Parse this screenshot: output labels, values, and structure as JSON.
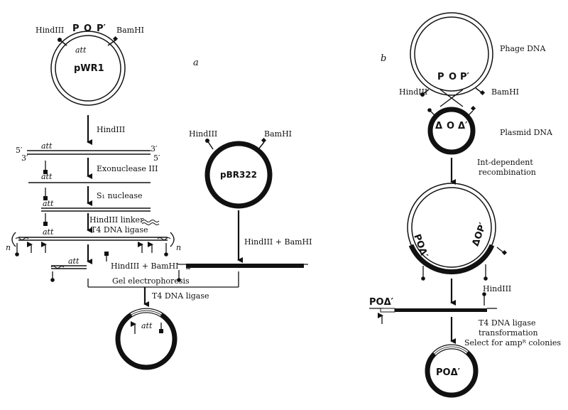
{
  "panel_a": {
    "letter": "a",
    "pwr1": {
      "name": "pWR1",
      "hind": "HindIII",
      "bam": "BamHI",
      "P": "P",
      "O": "O",
      "Pp": "P′",
      "att": "att"
    },
    "strand5_left": "5′",
    "strand3_left": "3′",
    "strand3_right": "3′",
    "strand5_right": "5′",
    "att": "att",
    "step_hind": "HindIII",
    "step_exo": "Exonuclease III",
    "step_s1": "S₁ nuclease",
    "step_linker": "HindIII linker",
    "step_ligase": "T4 DNA ligase",
    "n_left": "n",
    "n_right": "n",
    "step_hindbam": "HindIII + BamHI",
    "step_gel": "Gel electrophoresis",
    "step_ligase2": "T4 DNA ligase",
    "pbr": {
      "name": "pBR322",
      "hind": "HindIII",
      "bam": "BamHI",
      "step": "HindIII + BamHI"
    }
  },
  "panel_b": {
    "letter": "b",
    "phage_label": "Phage DNA",
    "P": "P",
    "O": "O",
    "Pp": "P′",
    "hind": "HindIII",
    "bam": "BamHI",
    "plasmid_label": "Plasmid DNA",
    "tri_left": "Δ",
    "O2": "O",
    "tri_right": "Δ′",
    "recomb1": "Int-dependent",
    "recomb2": "recombination",
    "int_left": "POΔ′",
    "int_right": "ΔOP′",
    "hind2": "HindIII",
    "linear_label": "POΔ′",
    "step1": "T4 DNA ligase",
    "step2": "transformation",
    "step3": "Select for ampᴿ colonies",
    "final_label": "POΔ′"
  },
  "colors": {
    "ink": "#111111",
    "paper": "#ffffff"
  }
}
